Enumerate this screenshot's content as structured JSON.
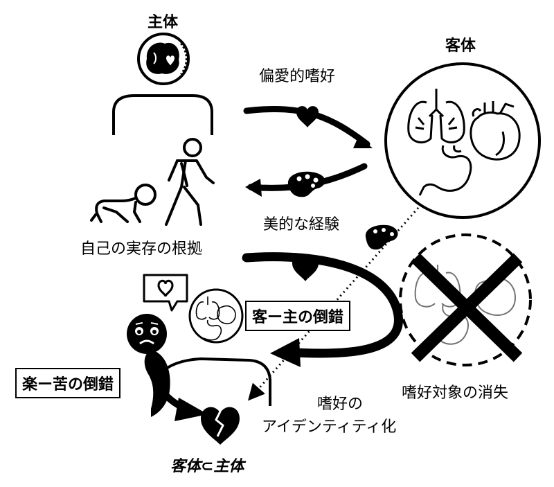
{
  "labels": {
    "subject": "主体",
    "object": "客体",
    "partial_preference": "偏愛的嗜好",
    "aesthetic_experience": "美的な経験",
    "ground_of_existence": "自己の実存の根拠",
    "subject_object_inversion": "客ー主の倒錯",
    "pleasure_pain_inversion": "楽ー苦の倒錯",
    "loss_of_object": "嗜好対象の消失",
    "identity_line1": "嗜好の",
    "identity_line2": "アイデンティティ化",
    "object_in_subject": "客体⊂主体"
  },
  "colors": {
    "ink": "#000000",
    "background": "#ffffff"
  },
  "icons": [
    "brain-heart-icon",
    "crawling-baby-icon",
    "walking-person-icon",
    "lungs-icon",
    "heart-organ-icon",
    "stomach-icon",
    "heart-icon",
    "paint-palette-icon",
    "speech-bubble-heart-icon",
    "worried-face-icon",
    "broken-heart-icon",
    "cross-out-icon"
  ]
}
